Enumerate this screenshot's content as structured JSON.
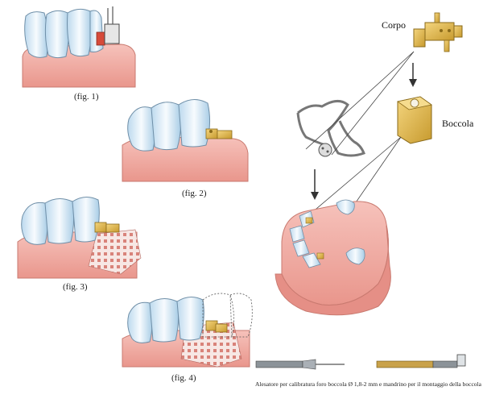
{
  "figures": {
    "fig1": "(fig. 1)",
    "fig2": "(fig. 2)",
    "fig3": "(fig. 3)",
    "fig4": "(fig. 4)"
  },
  "labels": {
    "corpo": "Corpo",
    "boccola": "Boccola"
  },
  "footnote": "Alesatore per calibratura foro boccola Ø 1,8-2 mm e mandrino per il montaggio della boccola",
  "colors": {
    "gum": "#f2b5ad",
    "gum_dark": "#e08a80",
    "tooth": "#eef6fb",
    "tooth_shadow": "#a9cde6",
    "gold": "#e8c060",
    "gold_dark": "#a8801f",
    "steel": "#9aa0a6"
  }
}
